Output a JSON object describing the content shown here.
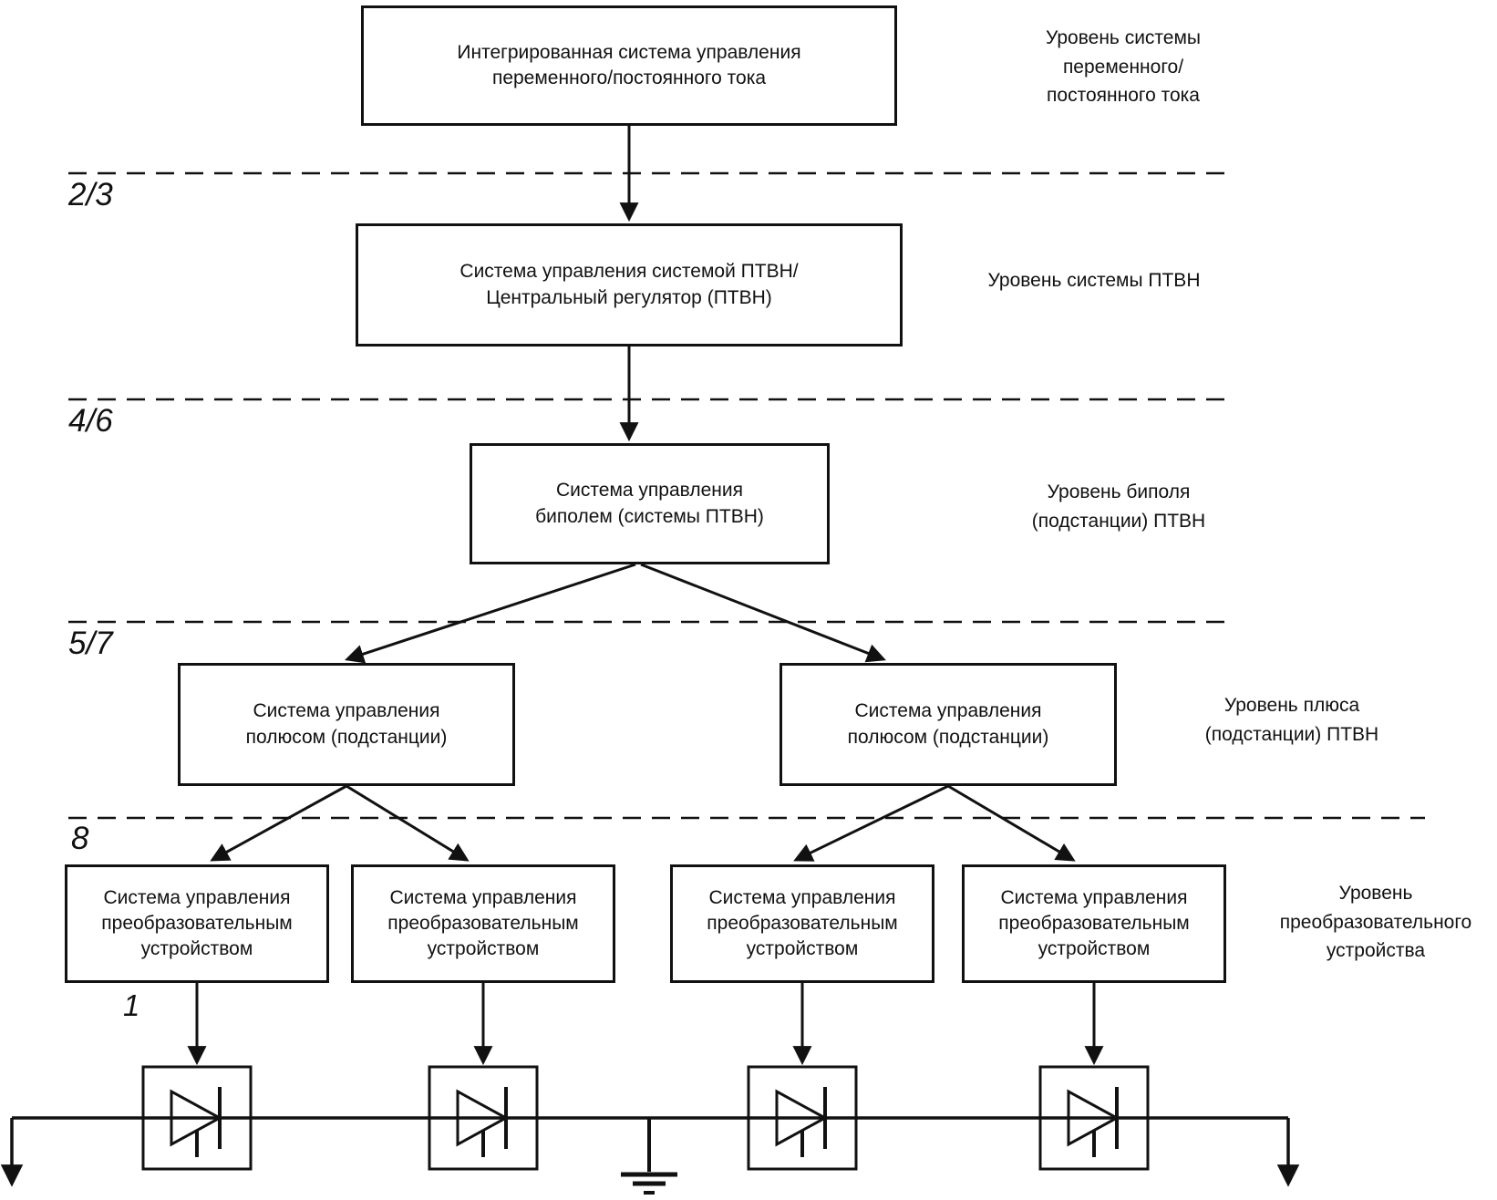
{
  "boxes": {
    "integrated": "Интегрированная система управления\nпеременного/постоянного тока",
    "hvdc_system": "Система управления системой ПТВН/\nЦентральный регулятор (ПТВН)",
    "bipole": "Система управления\nбиполем (системы ПТВН)",
    "pole_left": "Система управления\nполюсом (подстанции)",
    "pole_right": "Система управления\nполюсом (подстанции)"
  },
  "converters": [
    "Система управления\nпреобразовательным\nустройством",
    "Система управления\nпреобразовательным\nустройством",
    "Система управления\nпреобразовательным\nустройством",
    "Система управления\nпреобразовательным\nустройством"
  ],
  "level_labels": {
    "ac_dc_system": "Уровень системы\nпеременного/\nпостоянного тока",
    "hvdc_system": "Уровень системы ПТВН",
    "bipole": "Уровень биполя\n(подстанции) ПТВН",
    "pole": "Уровень плюса\n(подстанции) ПТВН",
    "converter": "Уровень\nпреобразовательного\nустройства"
  },
  "boundary_labels": {
    "b1": "2/3",
    "b2": "4/6",
    "b3": "5/7",
    "b4": "8"
  },
  "annotations": {
    "valve_label": "1"
  },
  "icons": {
    "thyristor_valve": "triangle-with-cathode-bar",
    "earth_ground": "three-bar-ground"
  },
  "colors": {
    "ink": "#111111",
    "background": "#ffffff"
  }
}
